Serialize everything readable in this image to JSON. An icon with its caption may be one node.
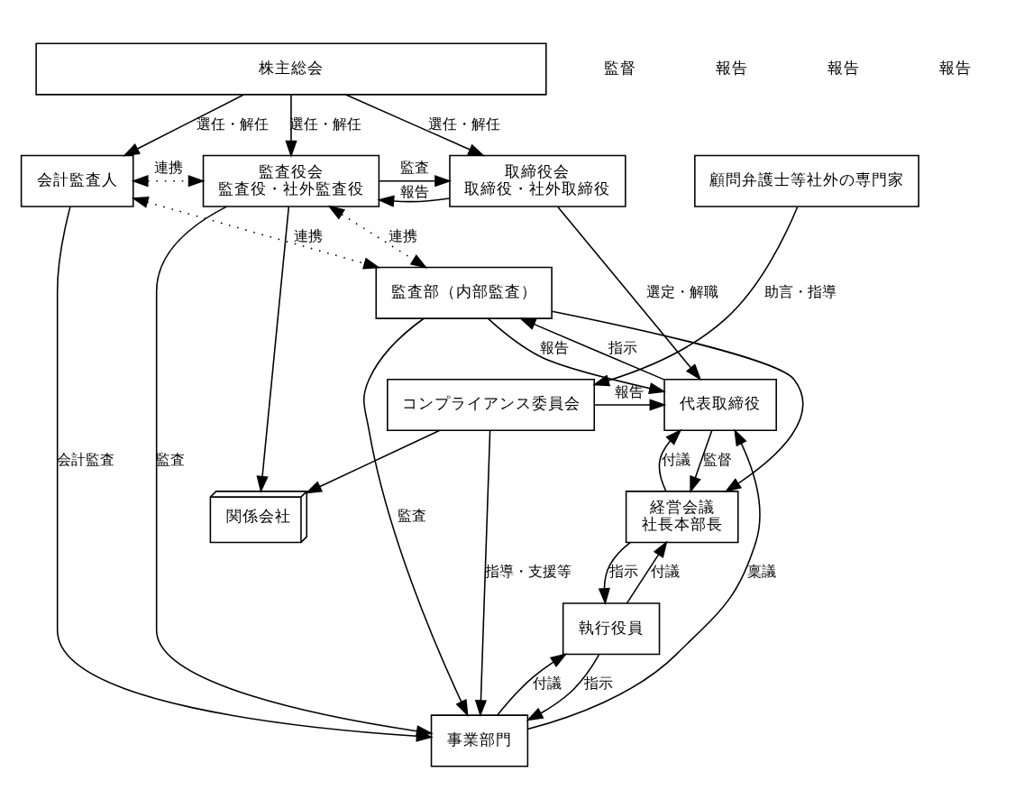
{
  "diagram": {
    "nodes": [
      {
        "text": [
          "株主総会"
        ]
      },
      {
        "text": [
          "会計監査人"
        ]
      },
      {
        "text": [
          "監査役会",
          "監査役・社外監査役"
        ]
      },
      {
        "text": [
          "取締役会",
          "取締役・社外取締役"
        ]
      },
      {
        "text": [
          "代表取締役"
        ]
      },
      {
        "text": [
          "監査部（内部監査）"
        ]
      },
      {
        "text": [
          "経営会議",
          "社長本部長"
        ]
      },
      {
        "text": [
          "執行役員"
        ]
      },
      {
        "text": [
          "事業部門"
        ]
      },
      {
        "text": [
          "関係会社"
        ]
      },
      {
        "text": [
          "コンプライアンス委員会"
        ]
      },
      {
        "text": [
          "顧問弁護士等社外の専門家"
        ]
      }
    ],
    "edges": [
      {
        "from": 0,
        "to": 1,
        "arrow": "to",
        "label": "選任・解任"
      },
      {
        "from": 0,
        "to": 2,
        "arrow": "to",
        "label": "選任・解任"
      },
      {
        "from": 0,
        "to": 3,
        "arrow": "to",
        "label": "選任・解任"
      },
      {
        "from": 1,
        "to": 2,
        "arrow": "both",
        "label": "連携",
        "style": "dashed"
      },
      {
        "from": 2,
        "to": 3,
        "arrow": "to",
        "label": "監査"
      },
      {
        "from": 3,
        "to": 2,
        "arrow": "to",
        "label": "報告"
      },
      {
        "from": 3,
        "to": 4,
        "arrow": "to",
        "label": "選定・解職"
      },
      {
        "from": 2,
        "to": 5,
        "arrow": "both",
        "label": "連携",
        "style": "dashed"
      },
      {
        "from": 1,
        "to": 5,
        "arrow": "both",
        "label": "連携",
        "style": "dashed"
      },
      {
        "from": 10,
        "to": 4,
        "arrow": "to",
        "label": "報告"
      },
      {
        "from": 4,
        "to": 5,
        "arrow": "to",
        "label": "指示"
      },
      {
        "from": 4,
        "to": 6,
        "arrow": "to",
        "label": "監督"
      },
      {
        "from": 6,
        "to": 4,
        "arrow": "to",
        "label": "付議"
      },
      {
        "from": 5,
        "to": 4,
        "arrow": "to",
        "label": "報告"
      },
      {
        "from": 5,
        "to": 6,
        "arrow": "to"
      },
      {
        "from": 6,
        "to": 7,
        "arrow": "to",
        "label": "指示"
      },
      {
        "from": 7,
        "to": 6,
        "arrow": "to",
        "label": "付議"
      },
      {
        "from": 7,
        "to": 8,
        "arrow": "to",
        "label": "指示"
      },
      {
        "from": 8,
        "to": 7,
        "arrow": "to",
        "label": "付議"
      },
      {
        "from": 5,
        "to": 8,
        "arrow": "to",
        "label": "監査"
      },
      {
        "from": 2,
        "to": 8,
        "arrow": "to",
        "label": "監査"
      },
      {
        "from": 2,
        "to": 9,
        "arrow": "to"
      },
      {
        "from": 8,
        "to": 4,
        "arrow": "to",
        "label": "稟議"
      },
      {
        "from": 10,
        "to": 8,
        "arrow": "to",
        "label": "指導・支援等"
      },
      {
        "from": 10,
        "to": 9,
        "arrow": "to"
      },
      {
        "from": 1,
        "to": 8,
        "arrow": "to",
        "label": "会計監査"
      },
      {
        "from": 11,
        "to": 10,
        "arrow": "to",
        "label": "助言・指導"
      }
    ],
    "labels": [
      "監督",
      "報告",
      "報告",
      "報告"
    ]
  }
}
